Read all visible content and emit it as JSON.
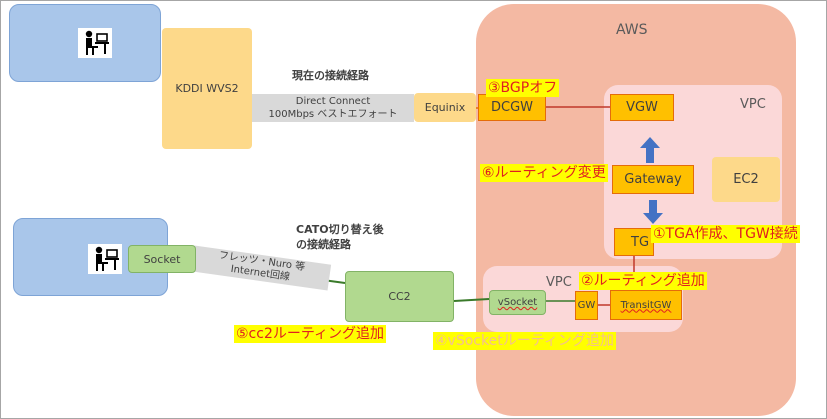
{
  "aws": {
    "label": "AWS"
  },
  "vpc_main": {
    "label": "VPC"
  },
  "vpc_sub": {
    "label": "VPC"
  },
  "kddi": {
    "label": "KDDI WVS2"
  },
  "current_route": {
    "label": "現在の接続経路"
  },
  "direct_connect": {
    "line1": "Direct Connect",
    "line2": "100Mbps ベストエフォート"
  },
  "equinix": {
    "label": "Equinix"
  },
  "dcgw": {
    "label": "DCGW"
  },
  "vgw": {
    "label": "VGW"
  },
  "gateway": {
    "label": "Gateway"
  },
  "ec2": {
    "label": "EC2"
  },
  "tgw": {
    "label": "TG"
  },
  "cato_route": {
    "line1": "CATO切り替え後",
    "line2": "の接続経路"
  },
  "socket": {
    "label": "Socket"
  },
  "internet": {
    "line1": "フレッツ・Nuro 等",
    "line2": "Internet回線"
  },
  "cc2": {
    "label": "CC2"
  },
  "vsocket": {
    "label": "vSocket"
  },
  "gw": {
    "label": "GW"
  },
  "transitgw": {
    "label": "TransitGW"
  },
  "notes": {
    "n1": "①TGA作成、TGW接続",
    "n2": "②ルーティング追加",
    "n3": "③BGPオフ",
    "n4": "④vSocketルーティング追加",
    "n5": "⑤cc2ルーティング追加",
    "n6": "⑥ルーティング変更"
  },
  "colors": {
    "aws_bg": "#f4b9a3",
    "vpc_bg": "#fbd8d8",
    "node_orange": "#ffc000",
    "note_bg": "#ffff00",
    "note_text": "#e02020",
    "site_bg": "#a9c6ea",
    "arrow_blue": "#4472c4"
  },
  "icons": [
    "person-at-desk-icon",
    "arrow-up-icon",
    "arrow-down-icon"
  ]
}
